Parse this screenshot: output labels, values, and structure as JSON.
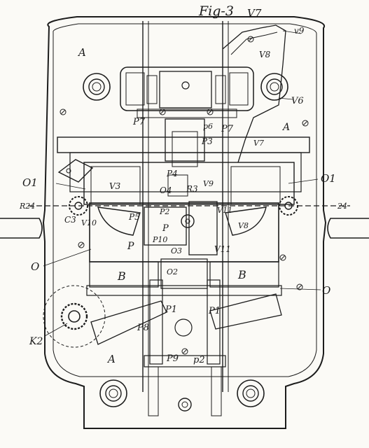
{
  "figure": {
    "title": "Fig-3",
    "labels": {
      "v7_top": "V7",
      "v9": "v9",
      "v8": "V8",
      "a_top": "A",
      "a_right": "A",
      "a_bottom": "A",
      "v6": "V6",
      "p7_left": "P7",
      "p6": "p6",
      "p7_right": "P7",
      "p3": "P3",
      "v7_right": "V7",
      "o1_left": "O1",
      "o1_right": "O1",
      "v3": "V3",
      "p4": "P4",
      "o4": "O4",
      "r3": "R3",
      "v9_mid": "V9",
      "r24_left": "R24",
      "r24_right": "24",
      "c3": "C3",
      "v10": "V10",
      "p5": "P5",
      "p2_mid": "P2",
      "p_mid": "P",
      "p10": "P10",
      "v11": "V11",
      "v8_mid": "V8",
      "p_left": "P",
      "o_left": "O",
      "o3": "O3",
      "o2": "O2",
      "v11b": "V11",
      "b_left": "B",
      "b_right": "B",
      "o_right": "O",
      "p1_left": "P1",
      "p1_right": "P1",
      "k2": "K2",
      "p8": "P8",
      "p9": "P9",
      "p2_bottom": "p2"
    }
  }
}
